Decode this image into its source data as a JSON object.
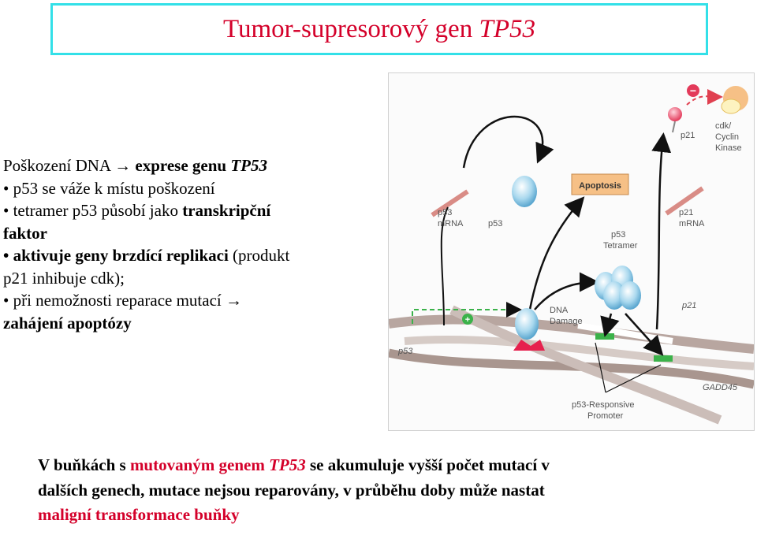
{
  "title": {
    "prefix": "Tumor-supresorový gen ",
    "gene": "TP53"
  },
  "bullets": {
    "line1": {
      "a": "Poškození DNA → ",
      "b": "exprese genu ",
      "c": "TP53"
    },
    "line2": "• p53 se váže k místu poškození",
    "line3": {
      "a": "• tetramer p53 působí jako ",
      "b": "transkripční"
    },
    "line4": "faktor",
    "line5": {
      "a": "• aktivuje geny brzdící replikaci",
      "b": " (produkt"
    },
    "line6": "p21 inhibuje cdk);",
    "line7": "• při nemožnosti reparace mutací →",
    "line8": "zahájení apoptózy"
  },
  "figure": {
    "labels": {
      "apoptosis": "Apoptosis",
      "p53_mrna_1": "p53",
      "p53_mrna_2": "mRNA",
      "p53_protein": "p53",
      "p53_tetramer_1": "p53",
      "p53_tetramer_2": "Tetramer",
      "dna_damage_1": "DNA",
      "dna_damage_2": "Damage",
      "p53_gene": "p53",
      "p21_mrna_1": "p21",
      "p21_mrna_2": "mRNA",
      "p21_protein": "p21",
      "p21_gene": "p21",
      "cdk_1": "cdk/",
      "cdk_2": "Cyclin",
      "cdk_3": "Kinase",
      "gadd45": "GADD45",
      "promoter_1": "p53-Responsive",
      "promoter_2": "Promoter",
      "minus": "−",
      "plus": "+"
    }
  },
  "bottom": {
    "a": "V buňkách s ",
    "b": "mutovaným genem ",
    "c": "TP53",
    "d": " se akumuluje vyšší počet mutací v",
    "e": "dalších genech, mutace nejsou reparovány, v průběhu doby může nastat",
    "f": "maligní  transformace buňky"
  },
  "colors": {
    "title": "#d4002a",
    "title_border": "#33e0e8",
    "accent": "#d4002a"
  }
}
